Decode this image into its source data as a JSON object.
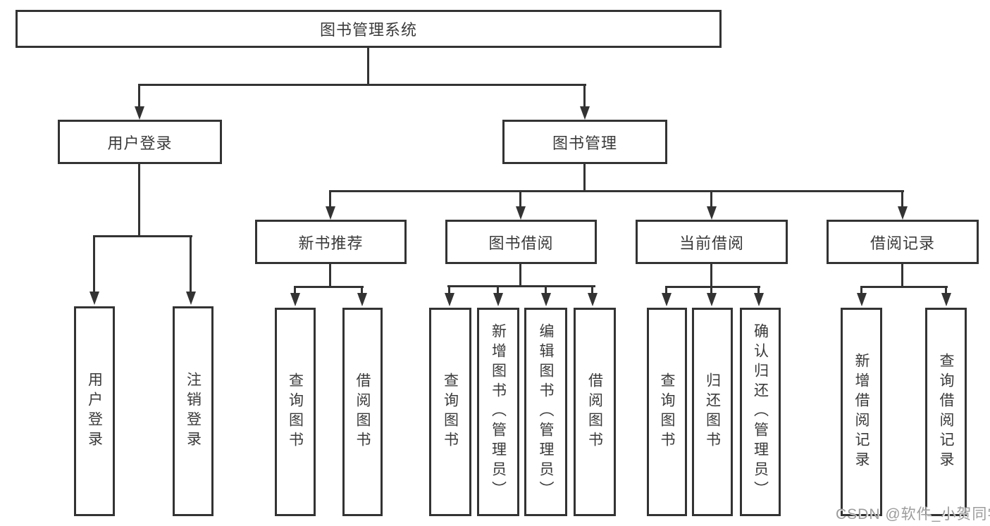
{
  "diagram": {
    "root_label": "图书管理系统",
    "level2": {
      "user_login": "用户登录",
      "book_management": "图书管理"
    },
    "modules": {
      "new_book_recommend": "新书推荐",
      "book_borrowing": "图书借阅",
      "current_borrowing": "当前借阅",
      "borrowing_records": "借阅记录"
    },
    "leaves": {
      "user_login": [
        "用户登录",
        "注销登录"
      ],
      "new_book_recommend": [
        "查询图书",
        "借阅图书"
      ],
      "book_borrowing": [
        "查询图书",
        "新增图书（管理员）",
        "编辑图书（管理员）",
        "借阅图书"
      ],
      "current_borrowing": [
        "查询图书",
        "归还图书",
        "确认归还（管理员）"
      ],
      "borrowing_records": [
        "新增借阅记录",
        "查询借阅记录"
      ]
    }
  },
  "watermark": {
    "text": "CSDN @软件_小贺同学"
  },
  "colors": {
    "line": "#333333",
    "text": "#3a3a3a",
    "watermark": "#9c9c9c",
    "background": "#ffffff"
  }
}
